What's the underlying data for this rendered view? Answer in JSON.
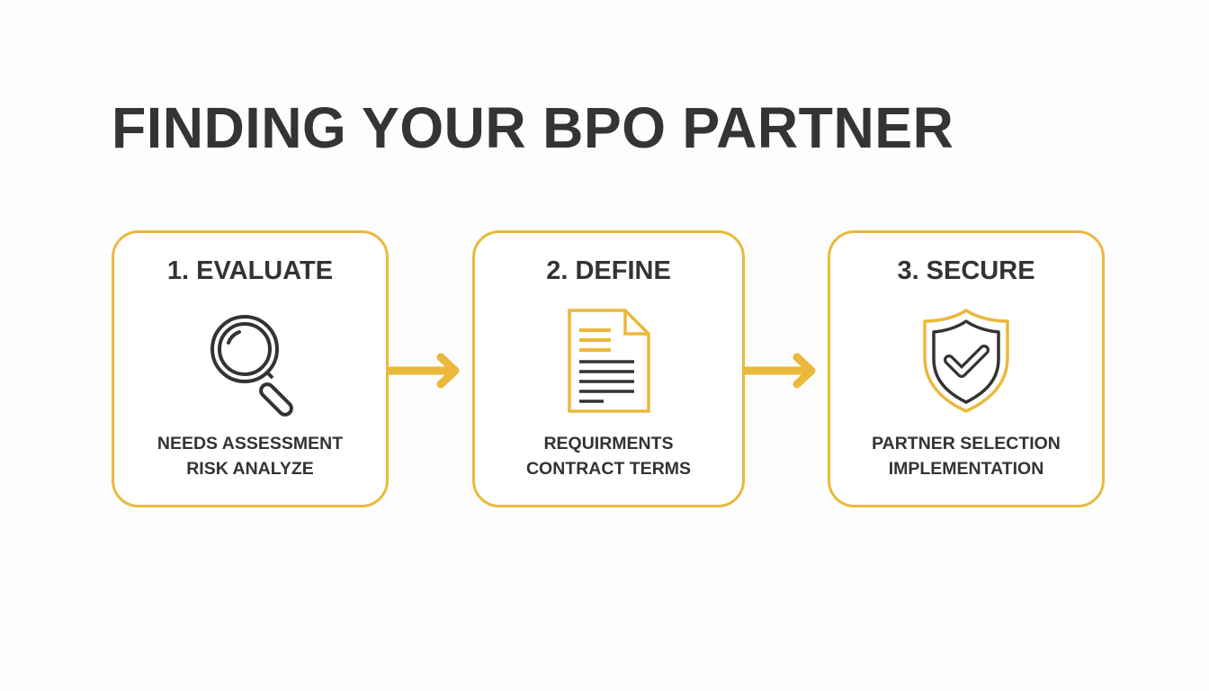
{
  "title": "FINDING YOUR BPO PARTNER",
  "colors": {
    "accent": "#ebb83b",
    "text": "#333333",
    "background": "#fdfdfd"
  },
  "steps": [
    {
      "heading": "1. EVALUATE",
      "icon": "magnifying-glass-icon",
      "lines": [
        "NEEDS ASSESSMENT",
        "RISK ANALYZE"
      ]
    },
    {
      "heading": "2. DEFINE",
      "icon": "document-icon",
      "lines": [
        "REQUIRMENTS",
        "CONTRACT TERMS"
      ]
    },
    {
      "heading": "3. SECURE",
      "icon": "shield-check-icon",
      "lines": [
        "PARTNER SELECTION",
        "IMPLEMENTATION"
      ]
    }
  ],
  "connectors": [
    {
      "from": 1,
      "to": 2,
      "icon": "arrow-right-icon"
    },
    {
      "from": 2,
      "to": 3,
      "icon": "arrow-right-icon"
    }
  ]
}
